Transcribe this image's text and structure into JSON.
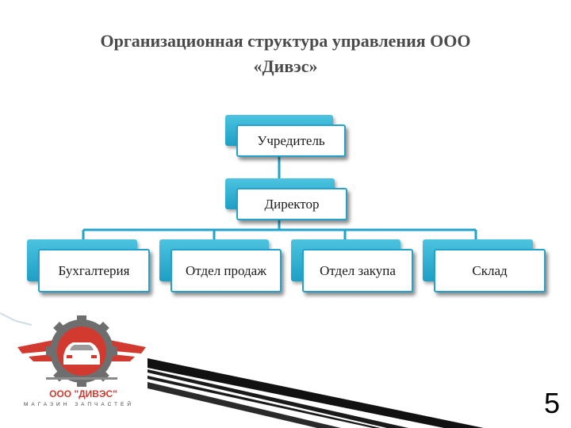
{
  "slide": {
    "title_line1": "Организационная структура управления ООО",
    "title_line2": "«Дивэс»",
    "page_number": "5"
  },
  "org_chart": {
    "founder": "Учредитель",
    "director": "Директор",
    "departments": [
      "Бухгалтерия",
      "Отдел продаж",
      "Отдел закупа",
      "Склад"
    ]
  },
  "logo": {
    "company_name": "ООО \"ДИВЭС\"",
    "tagline": "МАГАЗИН        ЗАПЧАСТЕЙ"
  },
  "colors": {
    "accent": "#23a3cc",
    "logo_red": "#d33a2f"
  }
}
